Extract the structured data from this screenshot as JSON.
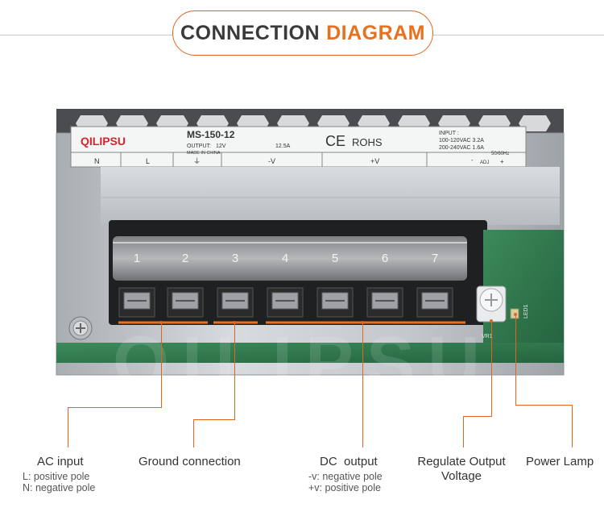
{
  "title": {
    "part1": "CONNECTION",
    "part2": "DIAGRAM"
  },
  "colors": {
    "accent": "#e8711f",
    "text": "#333333",
    "pcb": "#2f7a4e",
    "chassis": "#c9cdd1"
  },
  "watermark": "QILIPSU",
  "label_plate": {
    "brand": "QILIPSU",
    "model": "MS-150-12",
    "output_label": "OUTPUT:",
    "output_voltage": "12V",
    "output_current": "12.5A",
    "made_in": "MADE IN CHINA",
    "ce": "CE",
    "rohs": "ROHS",
    "input_label": "INPUT :",
    "input_line1": "100-120VAC  3.2A",
    "input_line2": "200-240VAC  1.6A",
    "input_freq": "50/60Hz",
    "terminal_labels": [
      "N",
      "L",
      "⏚",
      "-V",
      "+V"
    ],
    "adj_label": "ADJ",
    "adj_minus": "-",
    "adj_plus": "+"
  },
  "terminals": [
    "1",
    "2",
    "3",
    "4",
    "5",
    "6",
    "7"
  ],
  "pcb_marks": {
    "vr": "VR1",
    "led": "LED1"
  },
  "callouts": {
    "ac": {
      "title": "AC input",
      "line1": "L: positive pole",
      "line2": "N: negative pole"
    },
    "ground": {
      "title": "Ground connection"
    },
    "dc": {
      "title": "DC  output",
      "line1": "-v: negative pole",
      "line2": "+v: positive pole"
    },
    "regulate": {
      "line1": "Regulate Output",
      "line2": "Voltage"
    },
    "lamp": {
      "title": "Power Lamp"
    }
  }
}
